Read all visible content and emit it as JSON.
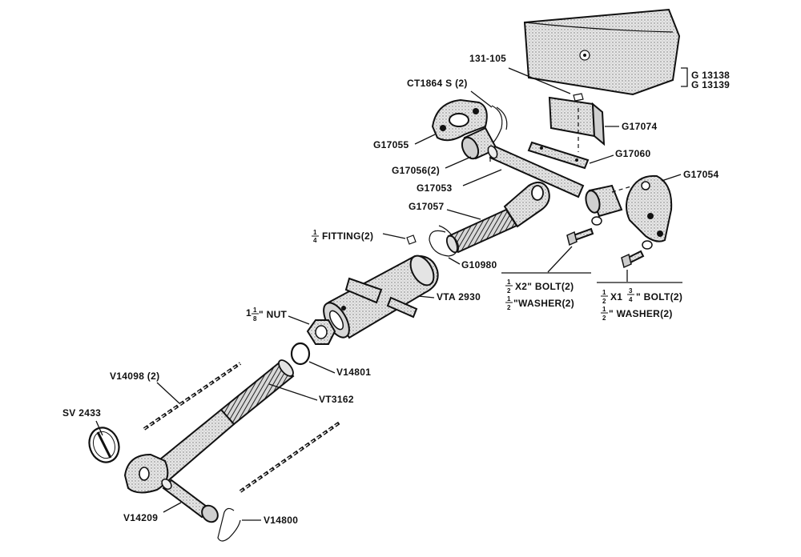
{
  "labels": {
    "g13138": "G 13138",
    "g13139": "G 13139",
    "p131_105": "131-105",
    "ct1864": "CT1864 S (2)",
    "g17074": "G17074",
    "g17055": "G17055",
    "g17060": "G17060",
    "g17056": "G17056(2)",
    "g17054": "G17054",
    "g17053": "G17053",
    "g17057": "G17057",
    "fitting": "FITTING(2)",
    "g10980": "G10980",
    "bolt_left_line1": "X2\" BOLT(2)",
    "bolt_left_line2": "\"WASHER(2)",
    "bolt_right_line1_a": "X1",
    "bolt_right_line1_b": "\" BOLT(2)",
    "bolt_right_line2": "\" WASHER(2)",
    "vta2930": "VTA 2930",
    "nut": "\" NUT",
    "v14801": "V14801",
    "v14098": "V14098 (2)",
    "vt3162": "VT3162",
    "sv2433": "SV 2433",
    "v14209": "V14209",
    "v14800": "V14800"
  },
  "fractions": {
    "one": "1",
    "two": "2",
    "three": "3",
    "four": "4",
    "eight": "8"
  }
}
